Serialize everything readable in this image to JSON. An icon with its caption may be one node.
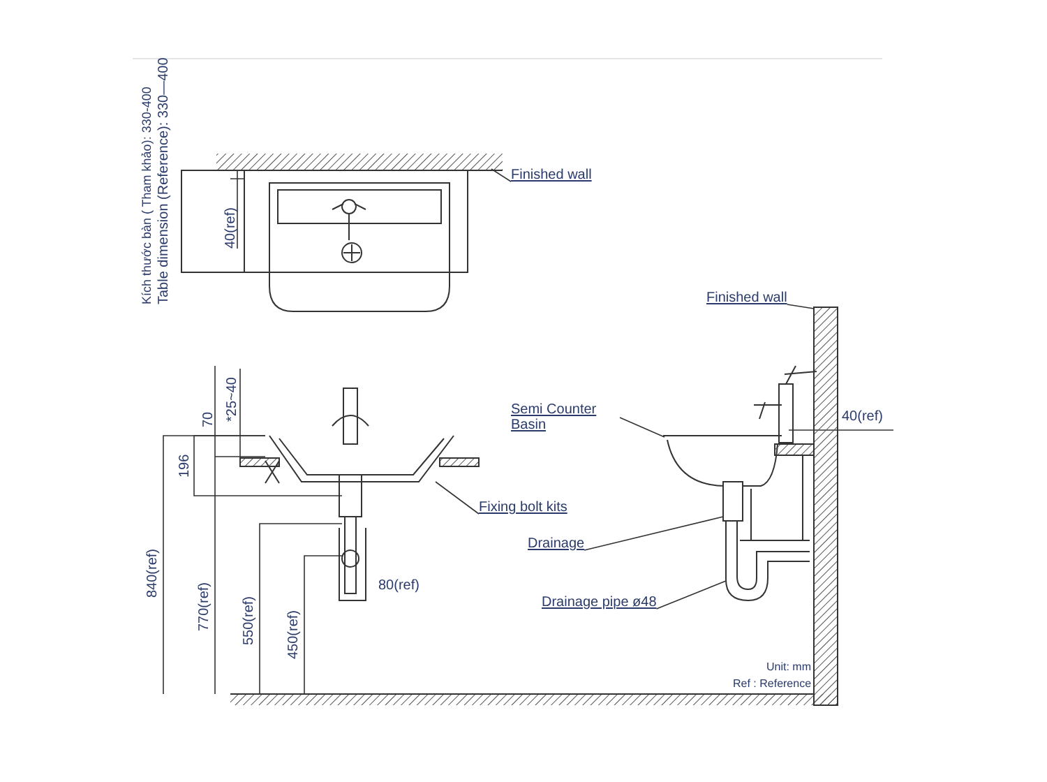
{
  "diagram": {
    "nodes": [
      {
        "text": [
          "Finished wall"
        ]
      },
      {
        "text": [
          "Fixing bolt kits"
        ]
      },
      {
        "text": [
          "Finished wall"
        ]
      },
      {
        "text": [
          "Semi Counter Basin"
        ]
      },
      {
        "text": [
          "Drainage"
        ]
      },
      {
        "text": [
          "Drainage pipe ø48"
        ]
      },
      {
        "text": [],
        "shape": "box"
      },
      {
        "text": [],
        "shape": "picture"
      },
      {
        "text": [],
        "shape": "box"
      },
      {
        "text": [],
        "shape": "pipe"
      }
    ],
    "edges": [
      {
        "from": 0,
        "to": null,
        "arrow": "none"
      },
      {
        "from": 1,
        "to": null,
        "arrow": "none"
      },
      {
        "from": 2,
        "to": 6,
        "arrow": "none"
      },
      {
        "from": 3,
        "to": 7,
        "arrow": "none"
      },
      {
        "from": 4,
        "to": 8,
        "arrow": "none"
      },
      {
        "from": 5,
        "to": 9,
        "arrow": "none"
      }
    ],
    "labels": [
      "Kích thước bàn ( Tham khảo): 330-400",
      "Table dimension (Reference): 330—400",
      "40(ref)",
      "*25~40",
      "70",
      "196",
      "840(ref)",
      "770(ref)",
      "550(ref)",
      "450(ref)",
      "80(ref)",
      "40(ref)",
      "Unit: mm",
      "Ref : Reference"
    ]
  }
}
